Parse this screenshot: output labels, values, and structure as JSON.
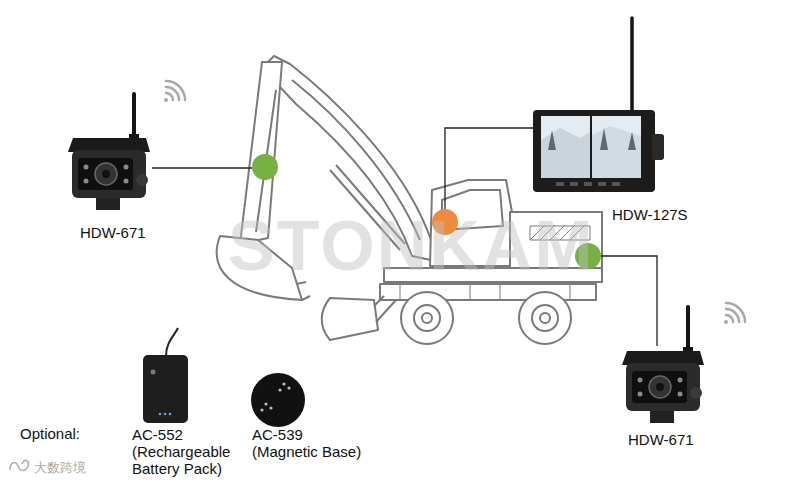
{
  "diagram": {
    "labels": [
      "HDW-671",
      "HDW-127S",
      "HDW-671",
      "Optional:",
      "AC-552 (Rechargeable Battery Pack)",
      "AC-539 (Magnetic Base)",
      "STONKAM",
      "大数跨境"
    ]
  }
}
